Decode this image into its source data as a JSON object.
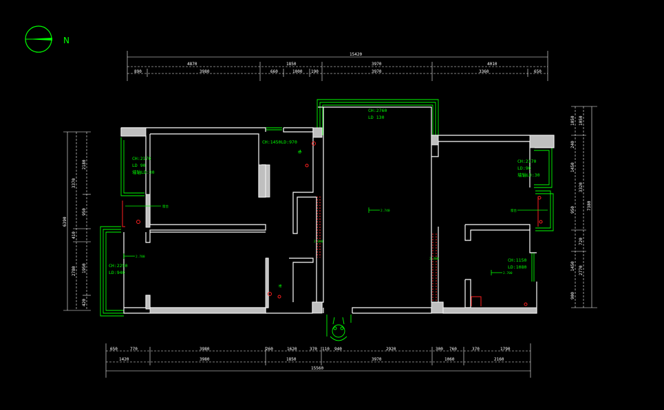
{
  "compass": {
    "label": "N",
    "icon": "north-arrow-icon"
  },
  "colors": {
    "wall": "#ffffff",
    "window": "#00ff00",
    "dim": "#ffffff",
    "accent": "#ff2020",
    "background": "#000000"
  },
  "dims_top": {
    "total": "15420",
    "row1": [
      "4870",
      "1850",
      "3970",
      "4010"
    ],
    "row2": [
      "890",
      "3980",
      "660",
      "1000",
      "190",
      "3970",
      "3360",
      "650"
    ]
  },
  "dims_bottom": {
    "row1": [
      "650",
      "770",
      "3980",
      "260",
      "1620",
      "370",
      "110",
      "940",
      "2920",
      "300",
      "760",
      "370",
      "1790"
    ],
    "row2": [
      "1420",
      "3980",
      "1850",
      "3970",
      "1060",
      "2160"
    ],
    "total": "15560"
  },
  "dims_left": {
    "total": "6390",
    "outer": [
      "3370",
      "410",
      "2780"
    ],
    "inner": [
      "2180",
      "950",
      "1950",
      "420"
    ]
  },
  "dims_right": {
    "total": "7380",
    "outer": [
      "1050",
      "3320",
      "720",
      "2770"
    ],
    "inner": [
      "1050",
      "240",
      "1450",
      "950",
      "1450",
      "900"
    ]
  },
  "rooms": {
    "living": [
      "CH:2760",
      "LD 130"
    ],
    "bedroom_nw": [
      "CH:2170",
      "LD 90",
      "墙轴LD:30"
    ],
    "corridor": "CH:1450LD:970",
    "bedroom_ne": [
      "CH:2170",
      "LD:90",
      "墙轴LD:30"
    ],
    "bedroom_sw": [
      "CH:2250",
      "LD:940"
    ],
    "bedroom_se": [
      "CH:1150",
      "LD:1080"
    ]
  },
  "markers": {
    "center": "2.740",
    "room_sw": "2.700",
    "room_se": "2.700",
    "opening_left": "2.300",
    "opening_right": "2.300",
    "tag_west": "窗台",
    "tag_east": "窗台",
    "tag_bath": "楼",
    "tag_kitchen": "楼"
  }
}
